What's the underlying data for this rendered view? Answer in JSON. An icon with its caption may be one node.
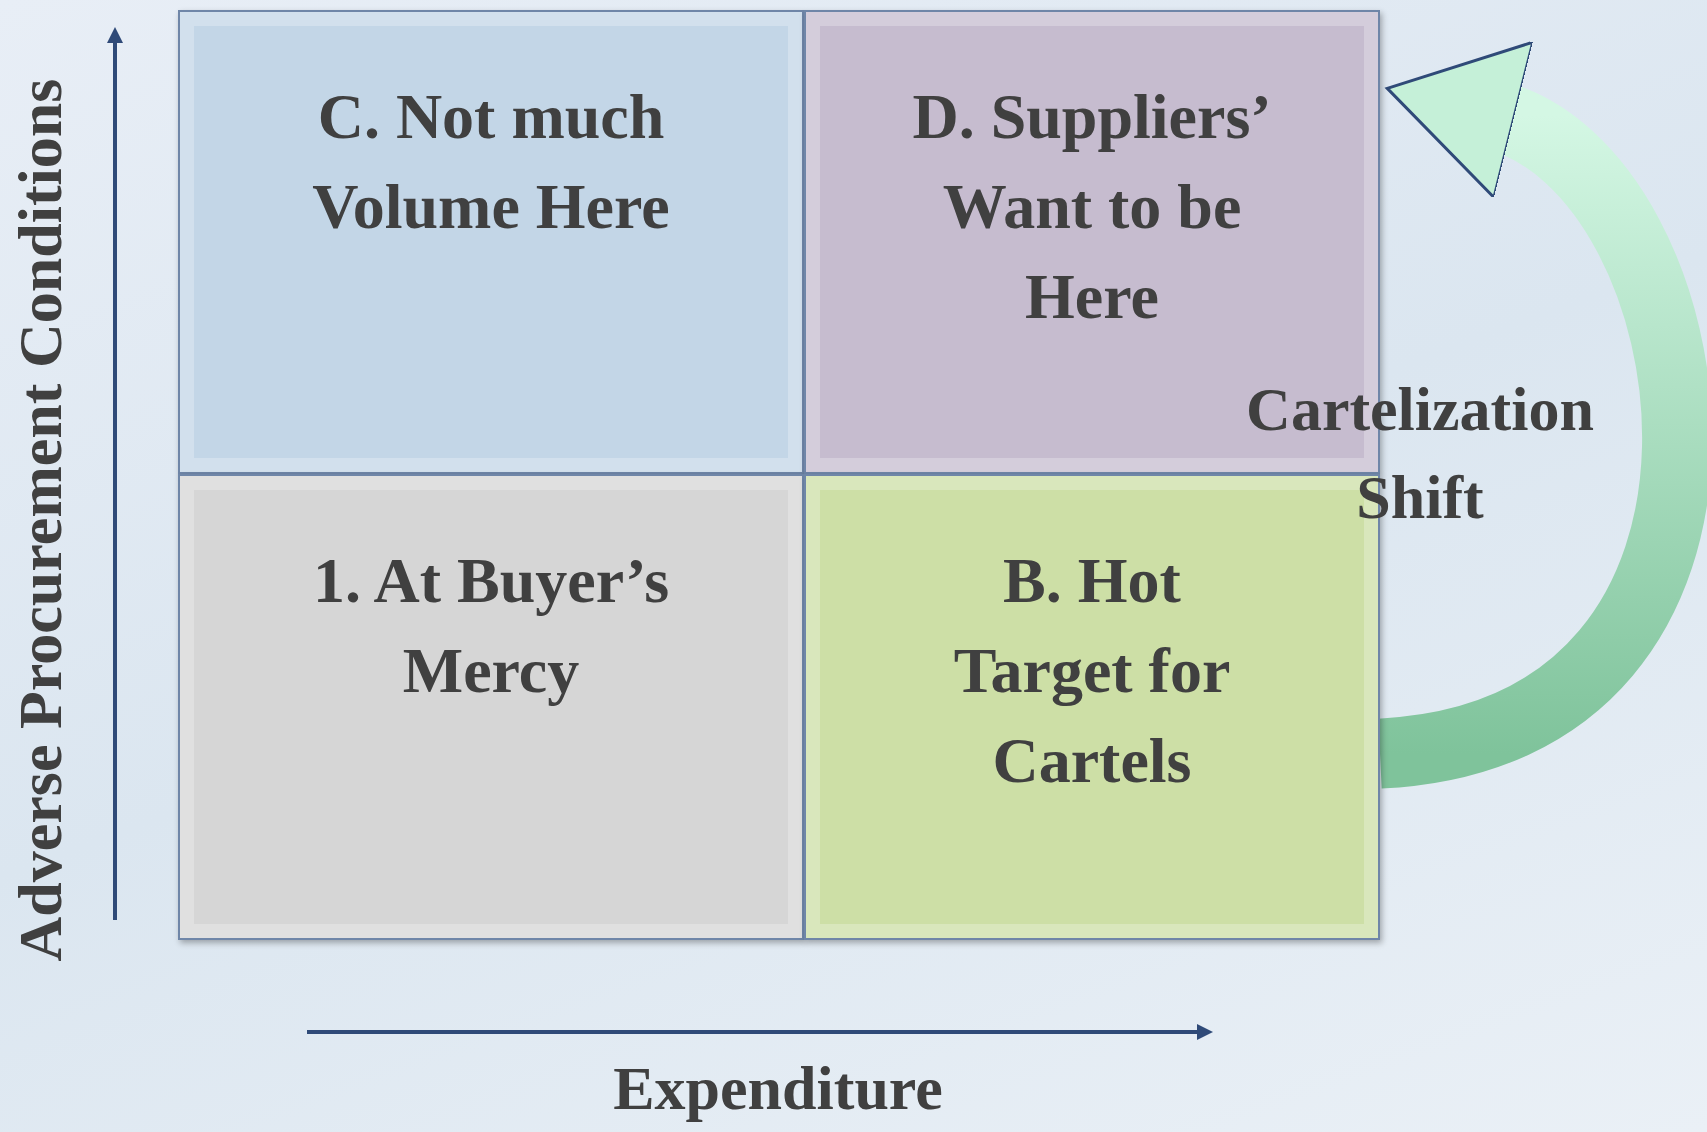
{
  "diagram": {
    "nodes": [
      {
        "text": [
          "C. Not much Volume Here"
        ]
      },
      {
        "text": [
          "D. Suppliers’ Want to be Here"
        ]
      },
      {
        "text": [
          "1. At Buyer’s Mercy"
        ]
      },
      {
        "text": [
          "B. Hot Target for Cartels"
        ]
      }
    ],
    "edges": [
      {
        "from": 3,
        "to": 1,
        "arrow": "to",
        "label": "Cartelization Shift"
      }
    ],
    "labels": [
      "Adverse Procurement Conditions",
      "Expenditure"
    ]
  }
}
